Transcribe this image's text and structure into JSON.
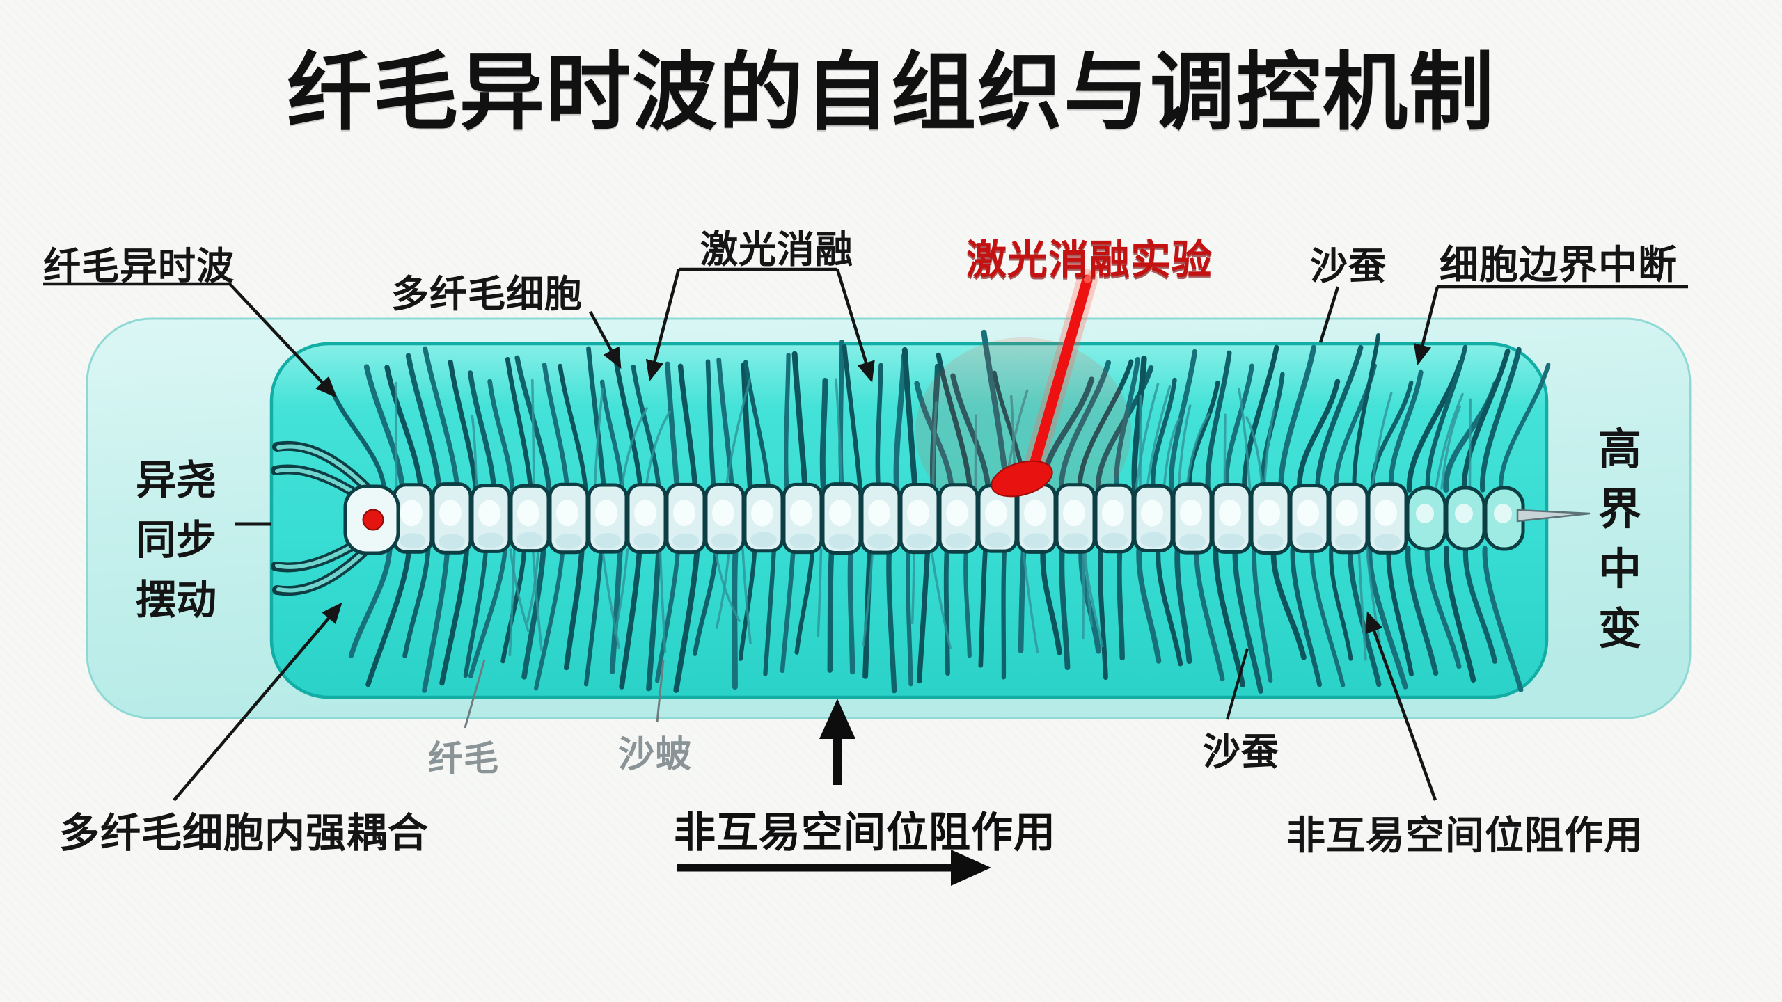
{
  "title": "纤毛异时波的自组织与调控机制",
  "labels": {
    "metachronal_wave": "纤毛异时波",
    "multiciliated_cell": "多纤毛细胞",
    "laser_ablation": "激光消融",
    "laser_ablation_experiment": "激光消融实验",
    "nereid_top": "沙蚕",
    "cell_boundary_interruption": "细胞边界中断",
    "sync_swing_lines": [
      "异尧",
      "同步",
      "摆动"
    ],
    "right_vertical_chars": [
      "高",
      "界",
      "中",
      "变"
    ],
    "cilia_gray": "纤毛",
    "nereid_gray": "沙蚾",
    "nereid_bottom": "沙蚕",
    "intracell_strong_coupling": "多纤毛细胞内强耦合",
    "nonreciprocal_steric_bold": "非互易空间位阻作用",
    "nonreciprocal_steric_right": "非互易空间位阻作用"
  },
  "colors": {
    "accent_red": "#c41212",
    "laser_red": "#ee1111",
    "inner_region_teal": "#3adfd5",
    "outer_region_teal": "#c9f0ed",
    "worm_outline_ink": "#0c3e44",
    "cilia_teal": "#12616a",
    "label_ink": "#151515",
    "muted_gray": "#8a9396"
  }
}
